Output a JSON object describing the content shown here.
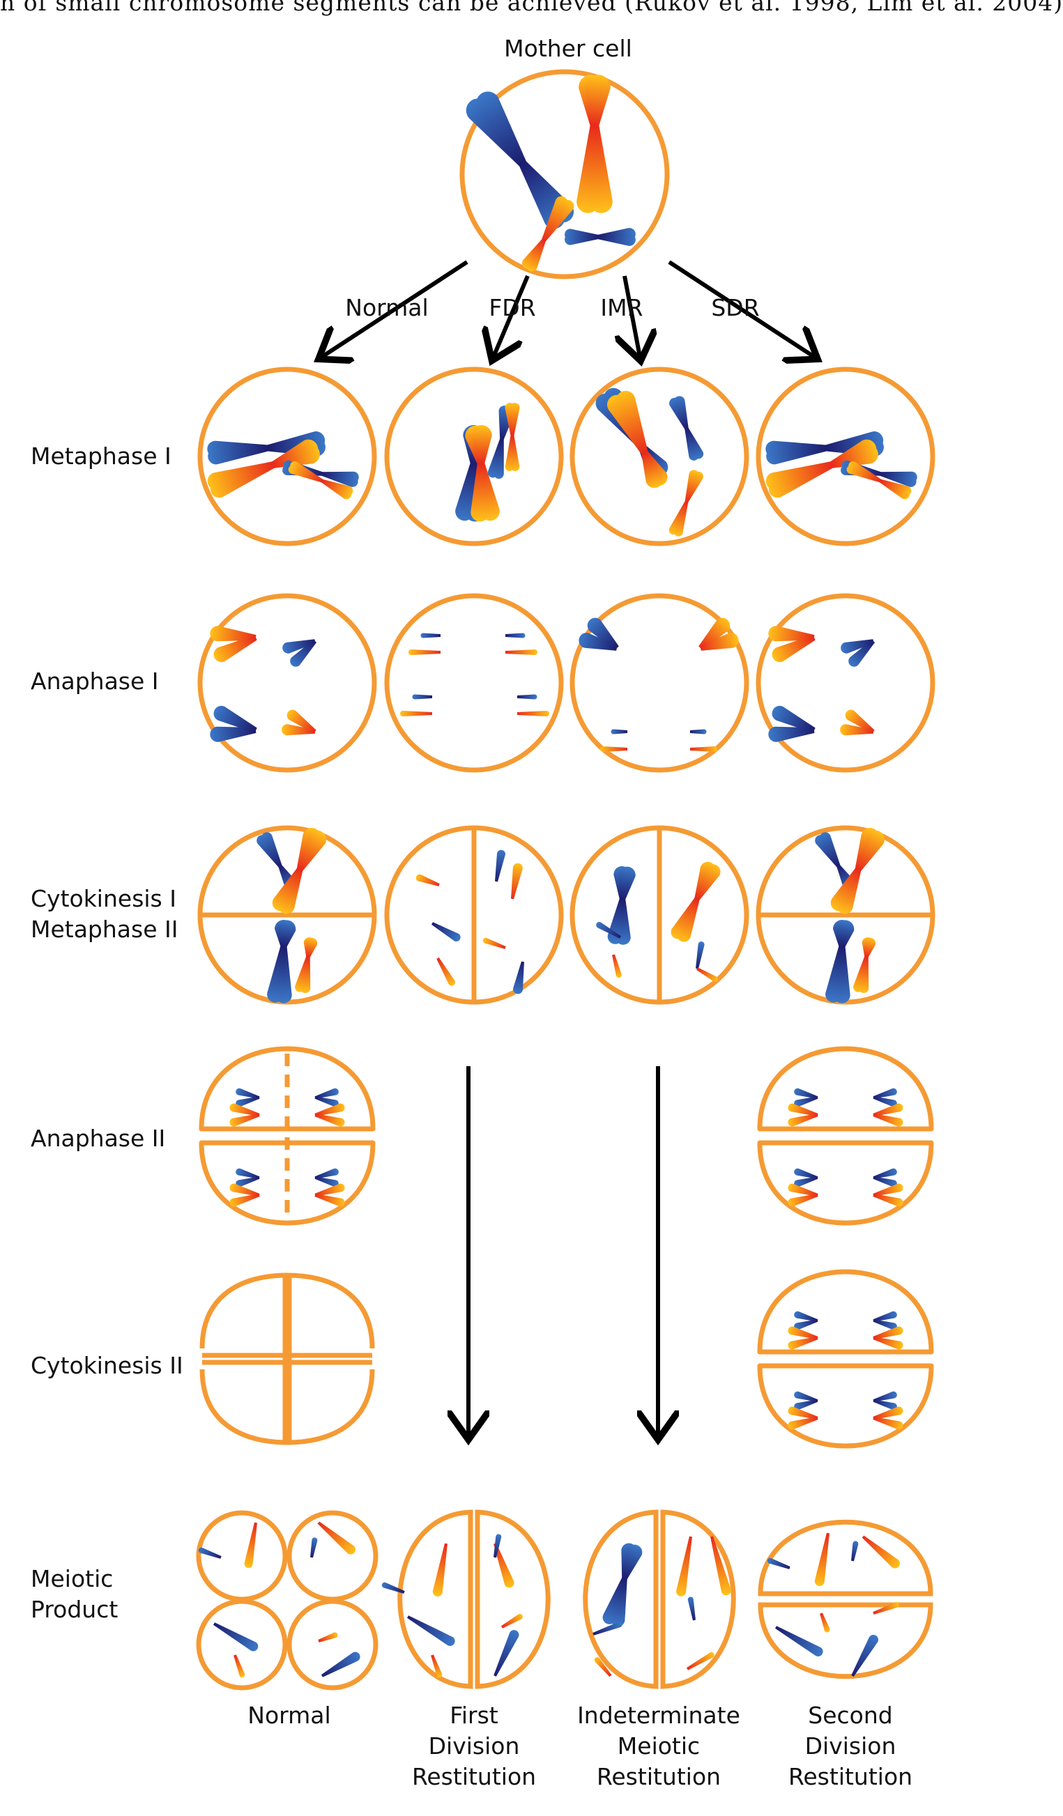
{
  "caption_fragment": "n of small chromosome segments can be achieved (Rukov et al. 1998, Lim et al. 2004)",
  "mother_label": "Mother cell",
  "pathways": [
    "Normal",
    "FDR",
    "IMR",
    "SDR"
  ],
  "stages": [
    "Metaphase I",
    "Anaphase I",
    "Cytokinesis I\nMetaphase II",
    "Anaphase II",
    "Cytokinesis II",
    "Meiotic\nProduct"
  ],
  "products": [
    "Normal",
    "First\nDivision\nRestitution",
    "Indeterminate\nMeiotic\nRestitution",
    "Second\nDivision\nRestitution"
  ],
  "colors": {
    "membrane": "#F59A33",
    "maternal": "#E8291B",
    "maternal_tip": "#FFC21A",
    "paternal": "#1C1C6E",
    "paternal_tip": "#3C78C8",
    "arrow": "#000000"
  }
}
